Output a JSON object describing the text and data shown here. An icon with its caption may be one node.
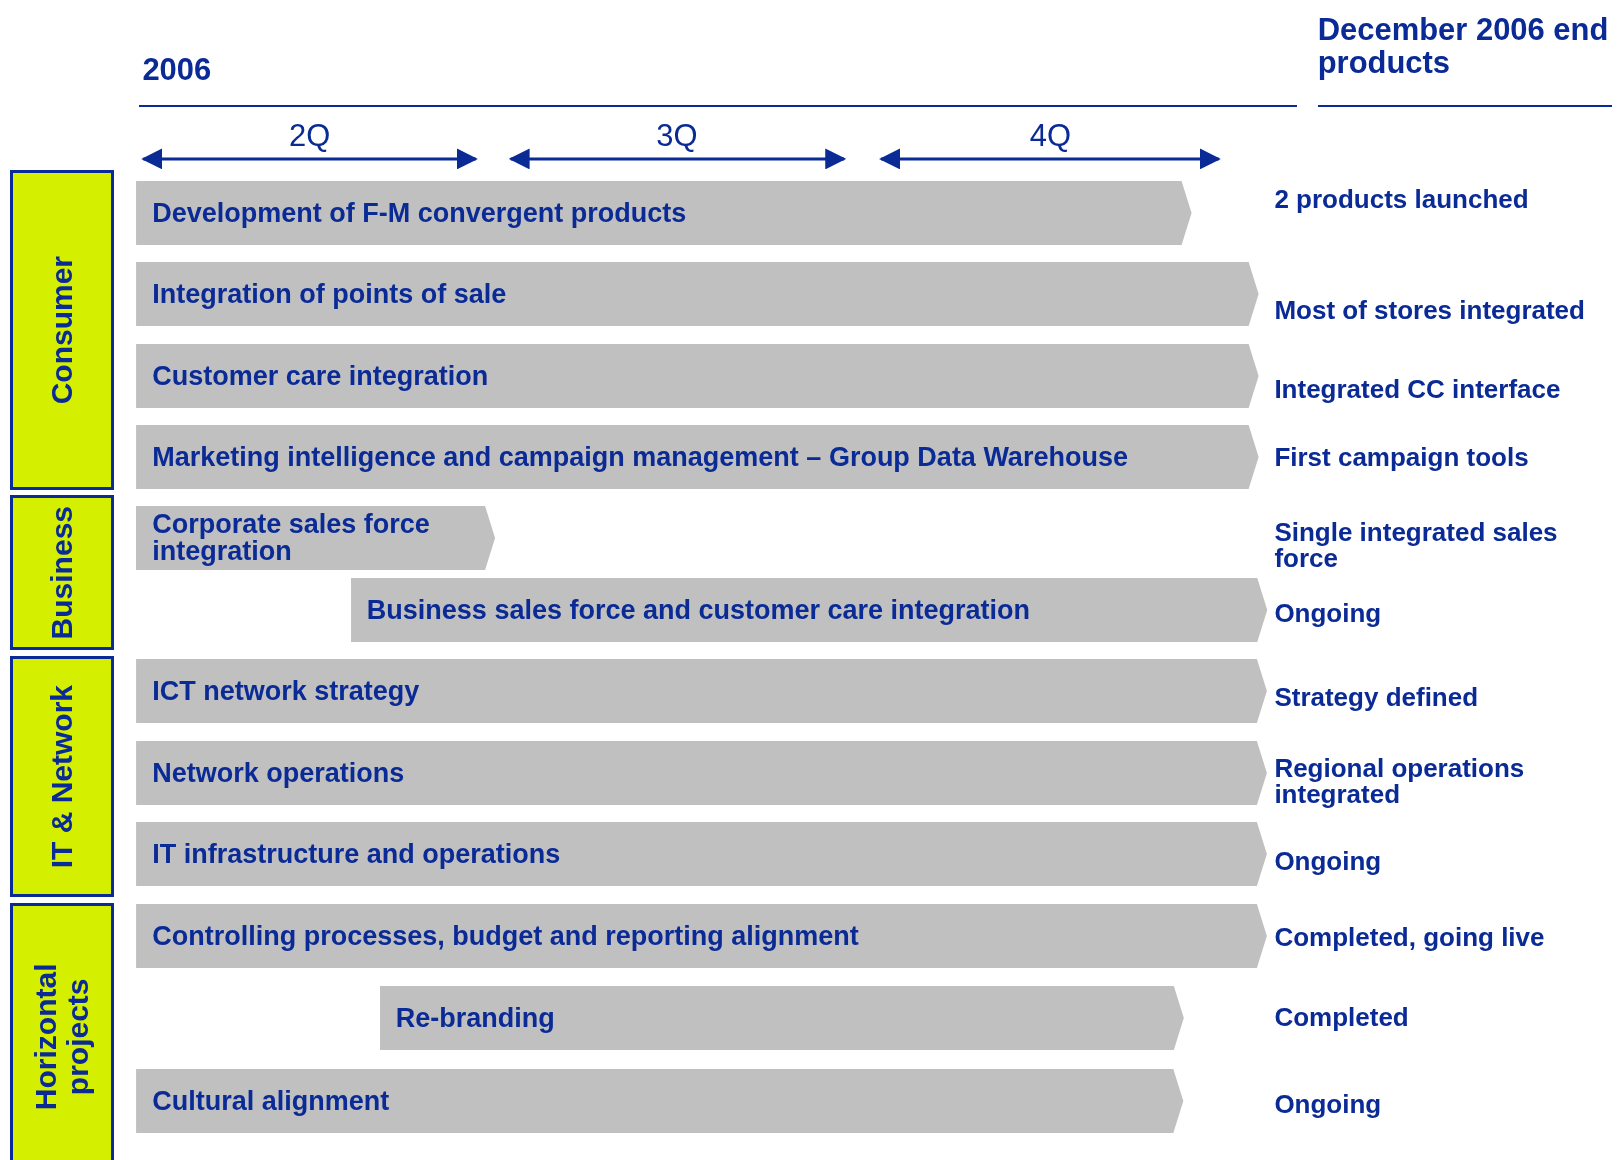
{
  "diagram": {
    "nodes": [
      {
        "text": [
          "Consumer"
        ]
      },
      {
        "text": [
          "Business"
        ]
      },
      {
        "text": [
          "IT & Network"
        ]
      },
      {
        "text": [
          "Horizontal projects"
        ]
      },
      {
        "text": [
          "Development of F-M convergent products"
        ]
      },
      {
        "text": [
          "Integration of points of sale"
        ]
      },
      {
        "text": [
          "Customer care integration"
        ]
      },
      {
        "text": [
          "Marketing intelligence and campaign management –  Group Data Warehouse"
        ]
      },
      {
        "text": [
          "Corporate sales force integration"
        ]
      },
      {
        "text": [
          "Business sales force and customer care integration"
        ]
      },
      {
        "text": [
          "ICT network strategy"
        ]
      },
      {
        "text": [
          "Network operations"
        ]
      },
      {
        "text": [
          "IT infrastructure and operations"
        ]
      },
      {
        "text": [
          "Controlling processes, budget and reporting alignment"
        ]
      },
      {
        "text": [
          "Re-branding"
        ]
      },
      {
        "text": [
          "Cultural alignment"
        ]
      }
    ],
    "edges": [],
    "labels": [
      "2006",
      "December 2006 end products",
      "2Q",
      "3Q",
      "4Q",
      "2 products launched",
      "Most of stores integrated",
      "Integrated CC interface",
      "First campaign tools",
      "Single integrated sales force",
      "Ongoing",
      "Strategy defined",
      "Regional operations integrated",
      "Ongoing",
      "Completed, going live",
      "Completed",
      "Ongoing"
    ]
  }
}
